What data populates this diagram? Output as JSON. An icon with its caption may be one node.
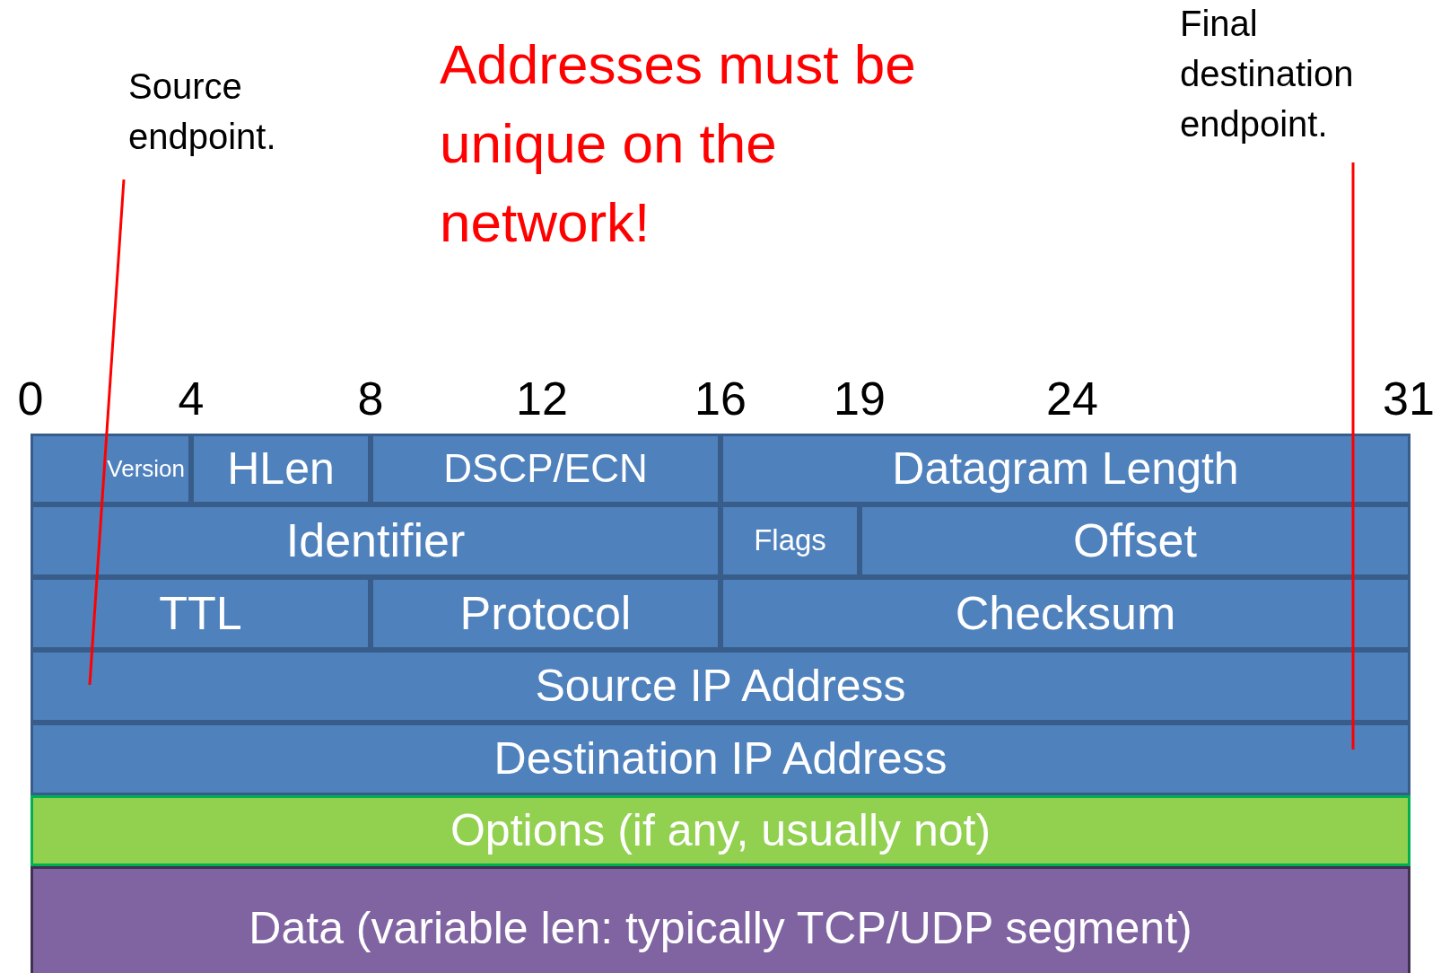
{
  "diagram": {
    "nodes": [
      {
        "text": [
          "Version"
        ]
      },
      {
        "text": [
          "HLen"
        ]
      },
      {
        "text": [
          "DSCP/ECN"
        ]
      },
      {
        "text": [
          "Datagram Length"
        ]
      },
      {
        "text": [
          "Identifier"
        ]
      },
      {
        "text": [
          "Flags"
        ]
      },
      {
        "text": [
          "Offset"
        ]
      },
      {
        "text": [
          "TTL"
        ]
      },
      {
        "text": [
          "Protocol"
        ]
      },
      {
        "text": [
          "Checksum"
        ]
      },
      {
        "text": [
          "Source IP Address"
        ]
      },
      {
        "text": [
          "Destination IP Address"
        ]
      },
      {
        "text": [
          "Options (if any, usually not)"
        ]
      },
      {
        "text": [
          "Data (variable len: typically TCP/UDP segment)"
        ]
      },
      {
        "text": [
          "Source endpoint."
        ]
      },
      {
        "text": [
          "Final destination endpoint."
        ]
      }
    ],
    "edges": [
      {
        "from": 14,
        "to": 10,
        "arrow": "none",
        "color": "#ff0000"
      },
      {
        "from": 15,
        "to": 11,
        "arrow": "none",
        "color": "#ff0000"
      }
    ],
    "labels": [
      "Addresses must be unique on the network!",
      "0",
      "4",
      "8",
      "12",
      "16",
      "19",
      "24",
      "31"
    ]
  }
}
